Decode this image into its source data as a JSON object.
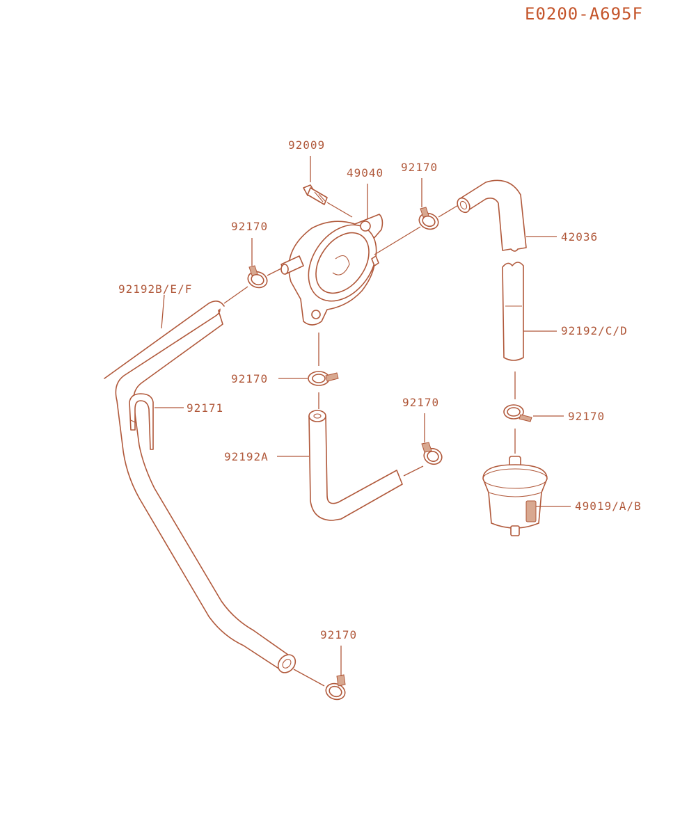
{
  "diagram": {
    "code": "E0200-A695F",
    "colors": {
      "line": "#b0583a",
      "title": "#c4542a",
      "background": "#ffffff"
    },
    "labels": {
      "p92009": "92009",
      "p49040": "49040",
      "p92170_pump_top": "92170",
      "p92170_left": "92170",
      "p42036": "42036",
      "p92192BEF": "92192B/E/F",
      "p92192CD": "92192/C/D",
      "p92170_center": "92170",
      "p92171": "92171",
      "p92170_mid_right": "92170",
      "p92170_filter": "92170",
      "p92192A": "92192A",
      "p49019AB": "49019/A/B",
      "p92170_bottom": "92170"
    }
  }
}
